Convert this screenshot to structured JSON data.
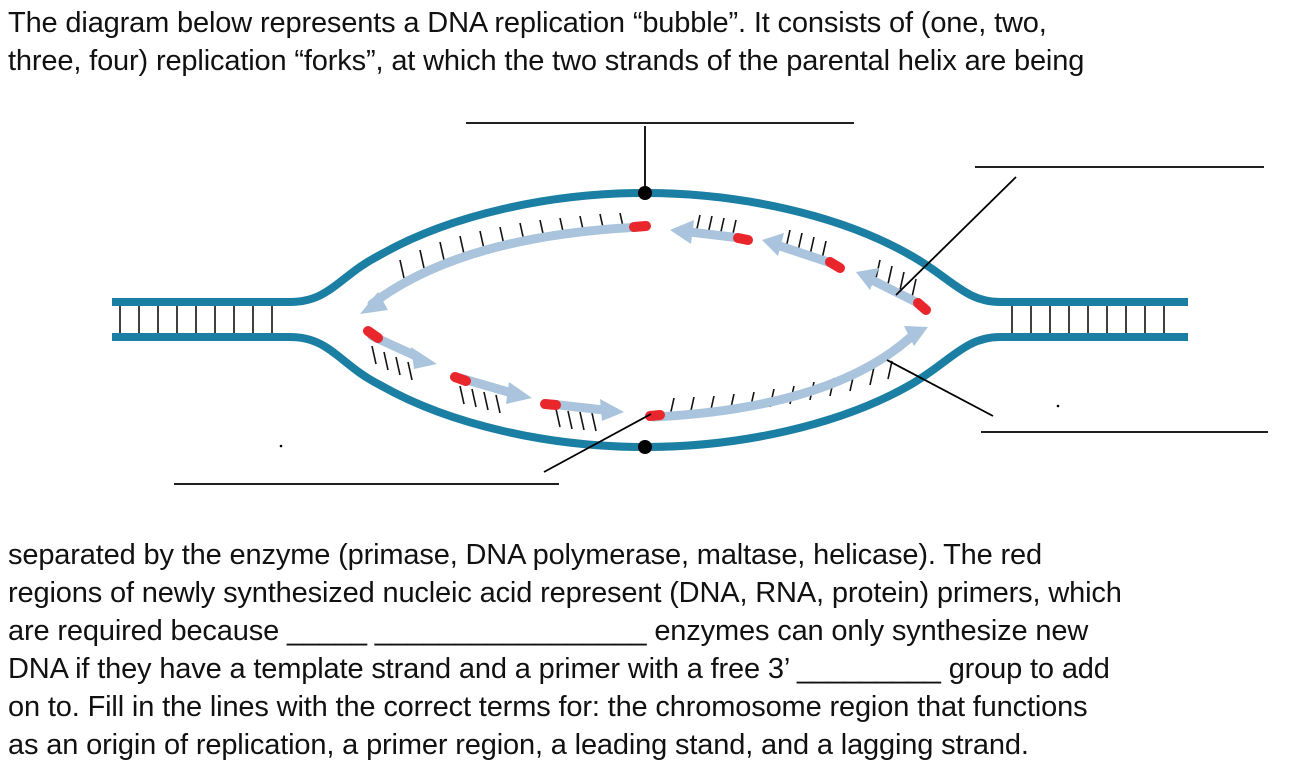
{
  "question": {
    "intro_lines": [
      "The diagram below represents a DNA replication “bubble”. It consists of (one, two,",
      "three, four) replication “forks”, at which the two strands of the parental helix are being"
    ],
    "continuation_lines": [
      "separated by the enzyme (primase, DNA polymerase, maltase, helicase). The red",
      "regions of newly synthesized nucleic acid represent (DNA, RNA, protein) primers, which",
      "are required because _____ _________________ enzymes can only synthesize new",
      "DNA if they have a template strand and a primer with a free 3’ _________ group to add",
      "on to. Fill in the lines with the correct terms for: the chromosome region that functions",
      "as an origin of replication, a primer region, a leading stand, and a lagging strand."
    ]
  },
  "diagram": {
    "answer_lines": [
      {
        "id": "label-line-top",
        "text": ""
      },
      {
        "id": "label-line-top-right",
        "text": ""
      },
      {
        "id": "label-line-bottom-right",
        "text": ""
      },
      {
        "id": "label-line-bottom-left",
        "text": ""
      }
    ],
    "colors": {
      "parental_strand": "#1a7fa3",
      "new_strand": "#a9c4dc",
      "primer": "#e8262b",
      "base_pair": "#111111",
      "pointer": "#000000"
    }
  }
}
